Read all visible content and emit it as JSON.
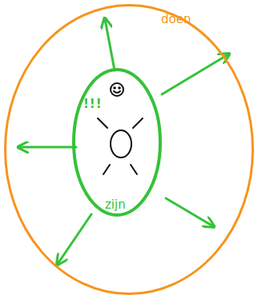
{
  "diagram": {
    "nodes": [
      {
        "text": [
          "doen"
        ]
      },
      {
        "text": [
          "!!!",
          "zijn"
        ],
        "in": 0
      }
    ]
  }
}
